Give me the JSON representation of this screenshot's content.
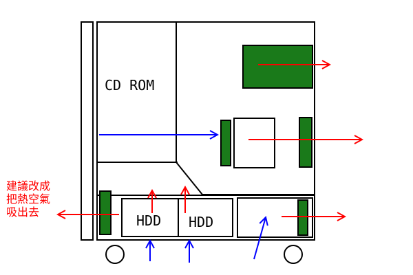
{
  "labels": {
    "cd_rom": "CD ROM",
    "hdd_left": "HDD",
    "hdd_right": "HDD"
  },
  "annotation": {
    "lines": [
      "建議改成",
      "把熱空氣",
      "吸出去"
    ]
  },
  "colors": {
    "outline": "#000000",
    "component": "#1a7a1a",
    "hot_air": "#ff0000",
    "cool_air": "#0000ff",
    "background": "#ffffff"
  }
}
